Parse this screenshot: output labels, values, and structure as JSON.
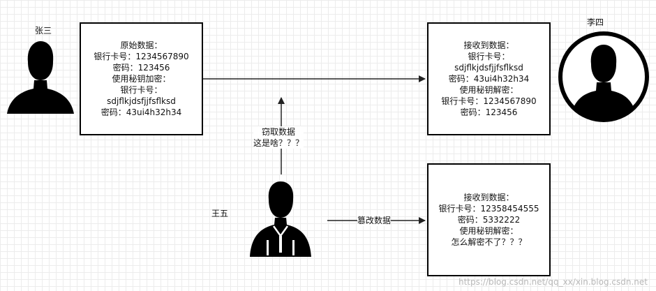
{
  "actors": {
    "sender": "张三",
    "receiver": "李四",
    "attacker": "王五"
  },
  "nodes": {
    "original": [
      "原始数据：",
      "银行卡号：1234567890",
      "密码：123456",
      "使用秘钥加密：",
      "银行卡号：",
      "sdjflkjdsfjjfsflksd",
      "密码：43ui4h32h34"
    ],
    "received": [
      "接收到数据：",
      "银行卡号：",
      "sdjflkjdsfjjfsflksd",
      "密码：43ui4h32h34",
      "使用秘钥解密：",
      "银行卡号：1234567890",
      "密码：123456"
    ],
    "tampered": [
      "接收到数据：",
      "银行卡号：12358454555",
      "密码：5332222",
      "使用秘钥解密：",
      "怎么解密不了？？？"
    ]
  },
  "edges": {
    "steal": [
      "窃取数据",
      "这是啥？？？"
    ],
    "tamper": "篡改数据"
  },
  "watermark": "https://blog.csdn.net/qq_xx/xin.blog.csdn.net",
  "colors": {
    "stroke": "#000000",
    "grid": "#ececec",
    "fill": "#ffffff"
  },
  "icons": {
    "sender": "person-silhouette-icon",
    "receiver": "person-circle-icon",
    "attacker": "person-suit-icon"
  }
}
